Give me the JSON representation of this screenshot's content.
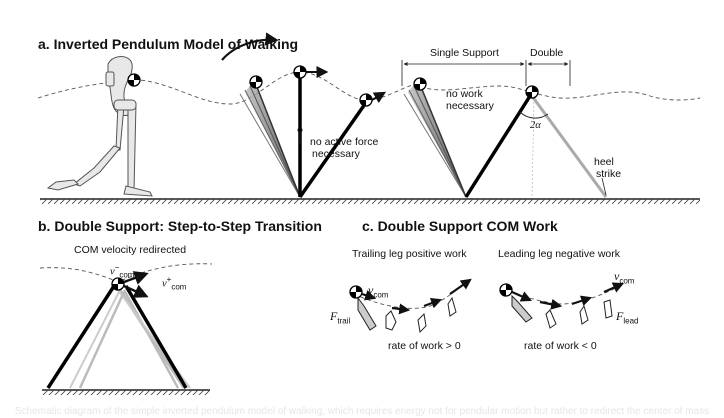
{
  "panel_a": {
    "title": "a. Inverted Pendulum Model of Walking",
    "no_active_force": [
      "no active force",
      "necessary"
    ],
    "no_work": [
      "no work",
      "necessary"
    ],
    "single_support": "Single Support",
    "double": "Double",
    "angle": "2α",
    "heel_strike": [
      "heel",
      "strike"
    ]
  },
  "panel_b": {
    "title": "b. Double Support: Step-to-Step Transition",
    "com_redirected": "COM velocity redirected",
    "v_minus": "v",
    "v_minus_sub": "com",
    "v_minus_sup": "−",
    "v_plus": "v",
    "v_plus_sub": "com",
    "v_plus_sup": "+"
  },
  "panel_c": {
    "title": "c. Double Support COM Work",
    "trailing": "Trailing leg positive work",
    "leading": "Leading leg negative work",
    "v_com": "v",
    "v_com_sub": "com",
    "f_trail": "F",
    "f_trail_sub": "trail",
    "f_lead": "F",
    "f_lead_sub": "lead",
    "rate_pos": "rate of work > 0",
    "rate_neg": "rate of work < 0"
  },
  "caption": "Schematic diagram of the simple inverted pendulum model of walking, which requires energy not for pendular motion but rather to redirect the center of mass"
}
